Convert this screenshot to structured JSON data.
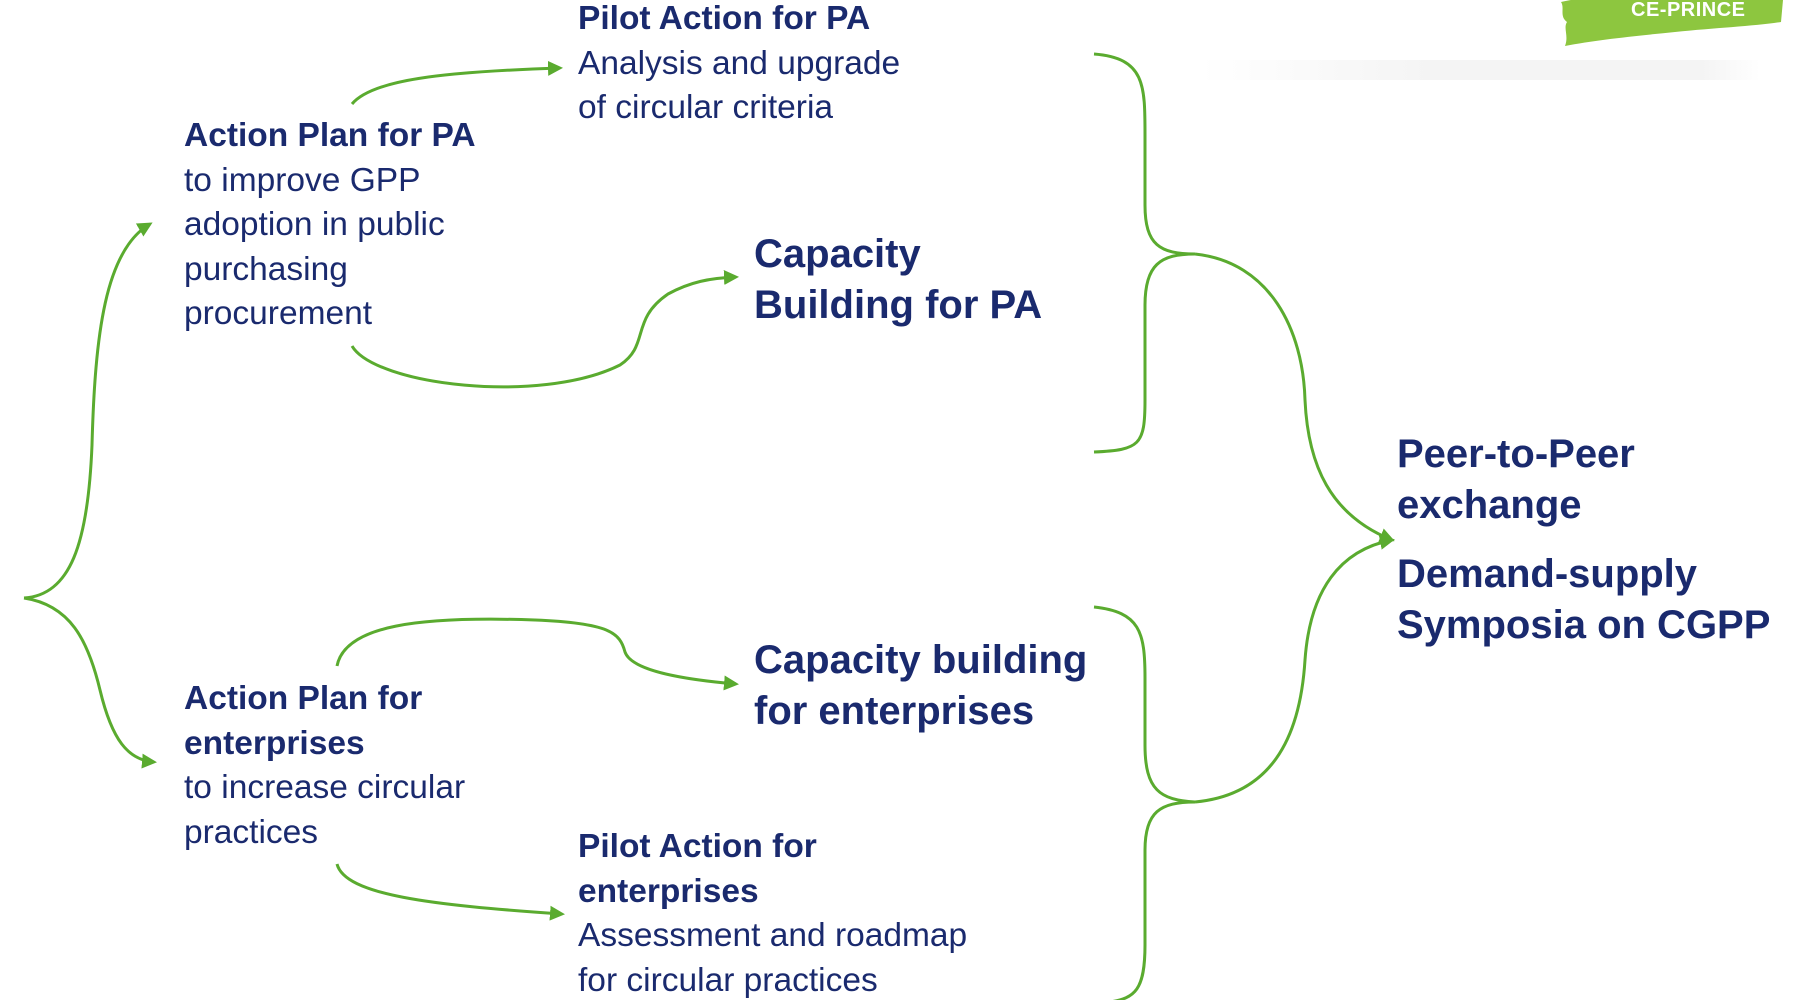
{
  "logo": {
    "text": "CE-PRINCE",
    "color": "#8dc63f"
  },
  "colors": {
    "connector": "#5aab2f",
    "text": "#1a2a6e"
  },
  "nodes": {
    "action_plan_pa": {
      "title": "Action Plan for PA",
      "desc_lines": [
        "to improve GPP",
        "adoption in public",
        "purchasing",
        "procurement"
      ]
    },
    "pilot_action_pa": {
      "title": "Pilot Action for PA",
      "desc_lines": [
        "Analysis and upgrade",
        "of circular criteria"
      ]
    },
    "capacity_building_pa": {
      "lines": [
        "Capacity",
        "Building for PA"
      ]
    },
    "action_plan_enterprises": {
      "title_lines": [
        "Action Plan for",
        "enterprises"
      ],
      "desc_lines": [
        "to increase circular",
        "practices"
      ]
    },
    "capacity_building_enterprises": {
      "lines": [
        "Capacity building",
        "for enterprises"
      ]
    },
    "pilot_action_enterprises": {
      "title_lines": [
        "Pilot Action for",
        "enterprises"
      ],
      "desc_lines": [
        "Assessment and roadmap",
        "for circular practices"
      ]
    },
    "peer_exchange": {
      "lines": [
        "Peer-to-Peer",
        "exchange"
      ]
    },
    "symposia": {
      "lines": [
        "Demand-supply",
        "Symposia on CGPP"
      ]
    }
  }
}
